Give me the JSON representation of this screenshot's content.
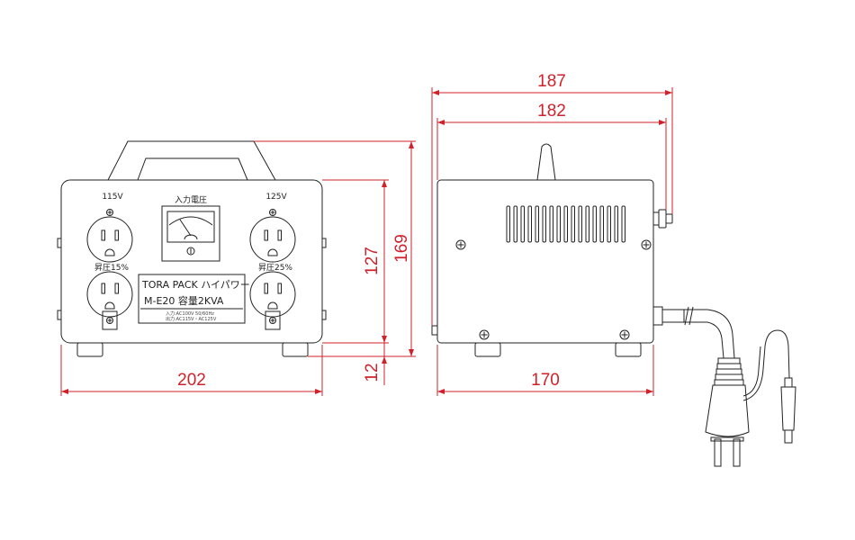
{
  "front_view": {
    "outlet_labels": {
      "top_left": "115V",
      "top_right": "125V",
      "bottom_left": "昇圧15%",
      "bottom_right": "昇圧25%"
    },
    "meter_label": "入力電圧",
    "nameplate": {
      "line1": "TORA PACK ハイパワー",
      "line2": "M-E20 容量2KVA",
      "line3": "入力:AC100V 50/60Hz",
      "line4": "出力:AC115V・AC125V"
    }
  },
  "dimensions": {
    "front_width": "202",
    "front_height_body": "127",
    "front_height_total": "169",
    "foot_height": "12",
    "side_total": "187",
    "side_body": "182",
    "side_base": "170"
  }
}
